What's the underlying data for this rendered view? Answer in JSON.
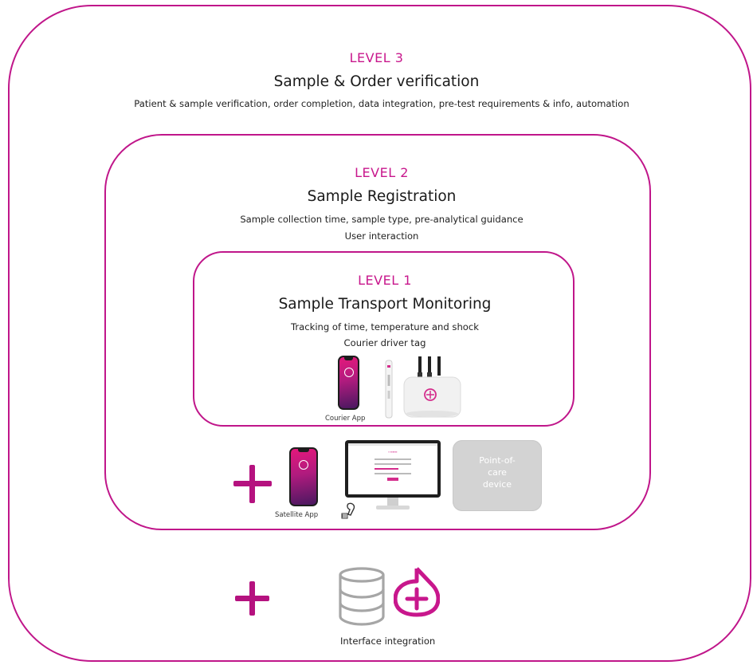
{
  "level3": {
    "level": "LEVEL 3",
    "title": "Sample & Order verification",
    "desc": "Patient & sample verification, order completion, data integration, pre-test requirements & info, automation"
  },
  "level2": {
    "level": "LEVEL 2",
    "title": "Sample Registration",
    "desc1": "Sample collection time, sample type, pre-analytical guidance",
    "desc2": "User interaction"
  },
  "level1": {
    "level": "LEVEL 1",
    "title": "Sample Transport Monitoring",
    "desc1": "Tracking of time, temperature and shock",
    "desc2": "Courier driver tag"
  },
  "labels": {
    "courier_app": "Courier App",
    "satellite_app": "Satellite  App",
    "point_of_care": "Point-of-\ncare\ndevice",
    "interface": "Interface integration"
  },
  "colors": {
    "accent": "#c0168a",
    "level_text": "#c8178c",
    "app_gradient_top": "#e4187c",
    "app_gradient_bottom": "#4a1860",
    "poc_gray": "#d3d3d3"
  },
  "icons": [
    "courier-app-phone",
    "courier-tag-stick",
    "gateway-box",
    "satellite-app-phone",
    "desktop-monitor",
    "barcode-scanner",
    "database-icon",
    "brand-drop-logo",
    "plus-icon"
  ]
}
